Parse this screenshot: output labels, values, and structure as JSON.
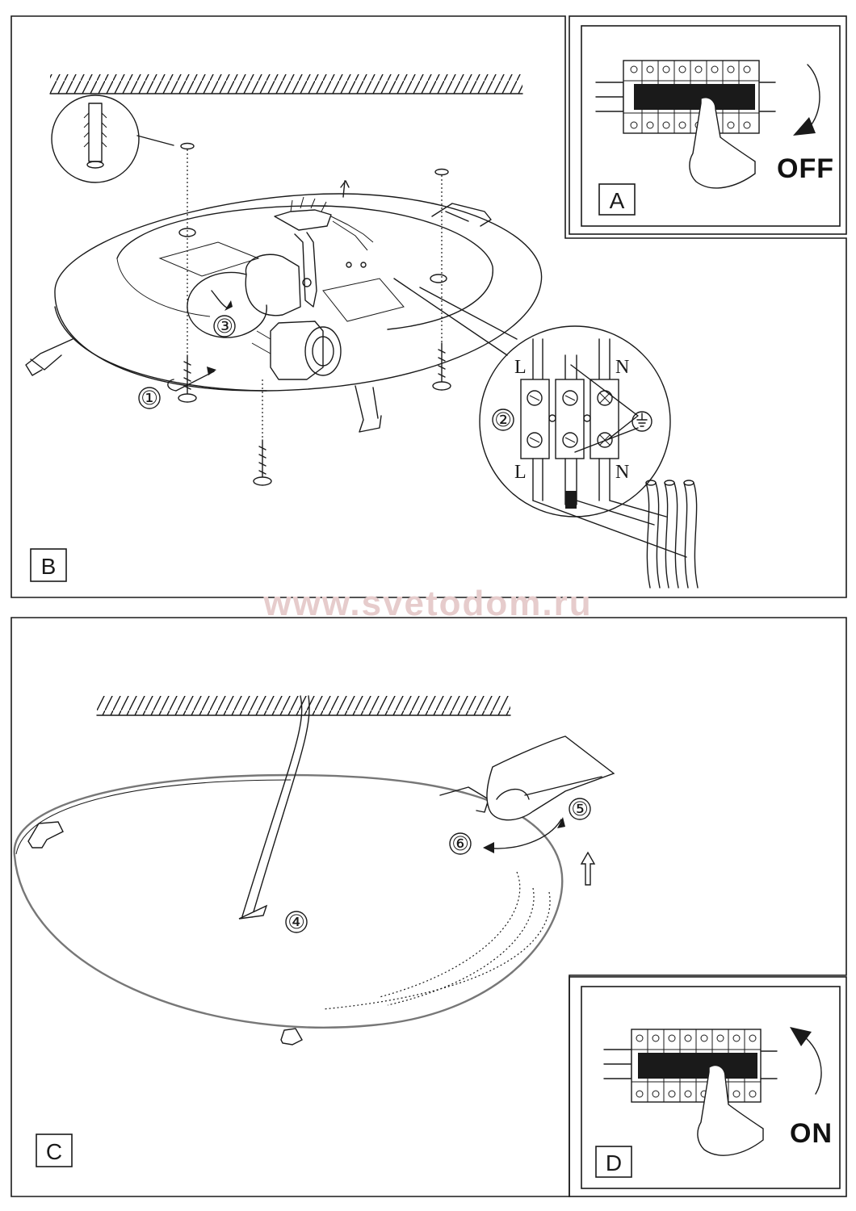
{
  "panels": {
    "a": {
      "label": "A",
      "state_text": "OFF"
    },
    "b": {
      "label": "B",
      "step_screw": "①",
      "step_wiring": "②",
      "step_bulb": "③",
      "terminal_live_top": "L",
      "terminal_neutral_top": "N",
      "terminal_live_bottom": "L",
      "terminal_neutral_bottom": "N"
    },
    "c": {
      "label": "C",
      "step_rotate": "④",
      "step_clip_open": "⑤",
      "step_clip_close": "⑥"
    },
    "d": {
      "label": "D",
      "state_text": "ON"
    }
  },
  "watermark": "www.svetodom.ru"
}
